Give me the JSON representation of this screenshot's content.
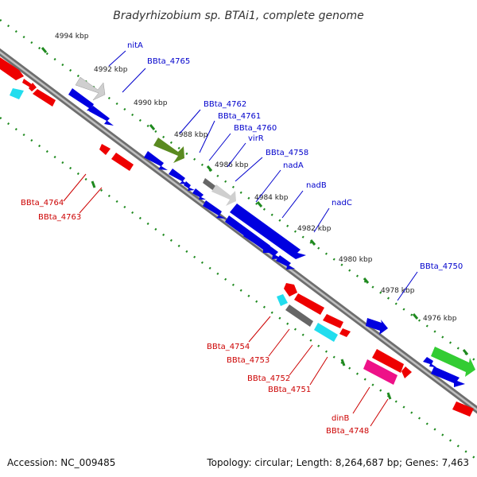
{
  "title": "Bradyrhizobium sp. BTAi1, complete genome",
  "footer": {
    "accession": "Accession: NC_009485",
    "topology": "Topology: circular; Length: 8,264,687 bp; Genes: 7,463"
  },
  "kbp_labels": [
    "4994 kbp",
    "4992 kbp",
    "4990 kbp",
    "4988 kbp",
    "4986 kbp",
    "4984 kbp",
    "4982 kbp",
    "4980 kbp",
    "4978 kbp",
    "4976 kbp"
  ],
  "forward_labels": [
    "nitA",
    "BBta_4765",
    "BBta_4762",
    "BBta_4761",
    "BBta_4760",
    "virR",
    "BBta_4758",
    "nadA",
    "nadB",
    "nadC",
    "BBta_4750"
  ],
  "reverse_labels": [
    "BBta_4764",
    "BBta_4763",
    "BBta_4754",
    "BBta_4753",
    "BBta_4752",
    "BBta_4751",
    "dinB",
    "BBta_4748"
  ],
  "colors": {
    "forward": "#0000cc",
    "reverse": "#cc0000",
    "backbone": "#777777",
    "tick": "#1f8a1f",
    "gene_blue": "#0000e0",
    "gene_red": "#ee0000",
    "gene_grey": "#c8c8c8",
    "gene_dark_grey": "#666666",
    "gene_cyan": "#22ddee",
    "gene_olive": "#5a8a20",
    "gene_green": "#33cc33",
    "gene_magenta": "#ee1188"
  }
}
